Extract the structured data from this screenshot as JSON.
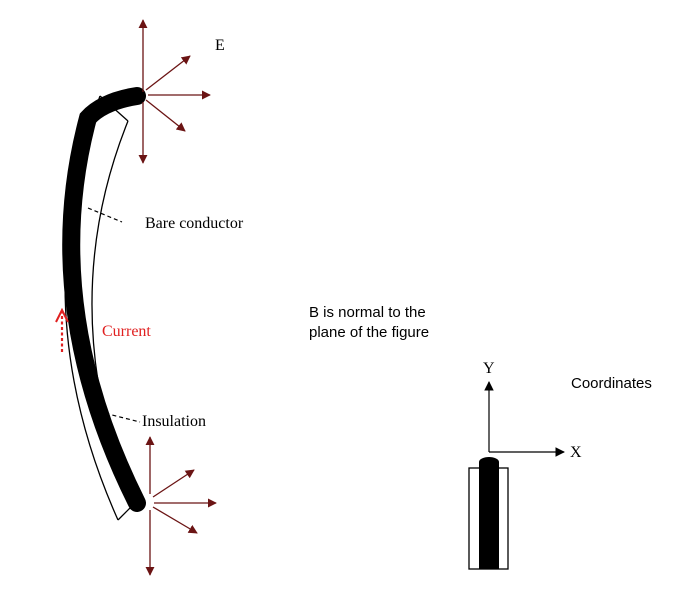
{
  "labels": {
    "e_field": "E",
    "bare_conductor": "Bare conductor",
    "current": "Current",
    "insulation": "Insulation",
    "b_normal_line1": "B is normal to the",
    "b_normal_line2": "plane of the figure",
    "coord_y": "Y",
    "coord_x": "X",
    "coordinates": "Coordinates"
  },
  "colors": {
    "arrow": "#6b1414",
    "current": "#e02020",
    "conductor": "#000000",
    "line": "#000000"
  }
}
